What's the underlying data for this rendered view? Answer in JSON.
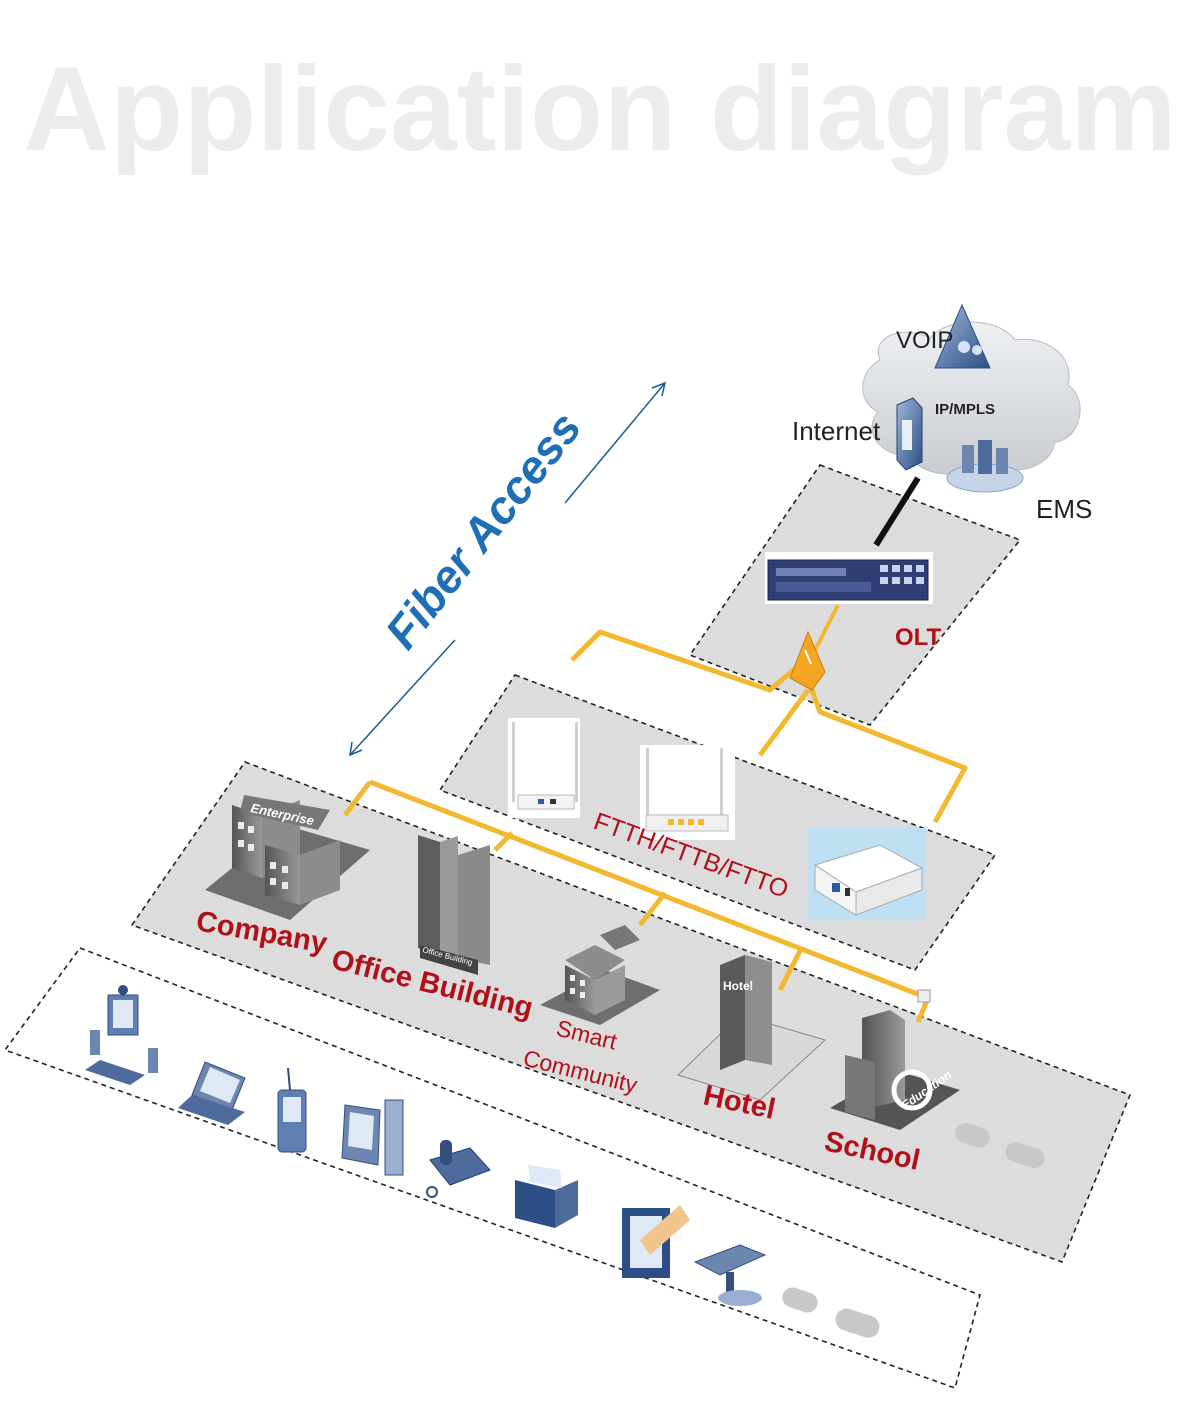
{
  "title_watermark": "Application diagram",
  "arrow_label": "Fiber Access",
  "network": {
    "voip": "VOIP",
    "core": "IP/MPLS",
    "internet": "Internet",
    "ems": "EMS",
    "olt": "OLT"
  },
  "onu_label": "FTTH/FTTB/FTTO",
  "buildings": {
    "enterprise_sign": "Enterprise",
    "office_sign": "Office Building",
    "hotel_sign": "Hotel",
    "education_sign": "Education"
  },
  "scenarios": {
    "company": "Company",
    "office": "Office Building",
    "smart_line1": "Smart",
    "smart_line2": "Community",
    "hotel": "Hotel",
    "school": "School"
  },
  "colors": {
    "fiber": "#f2b830",
    "label_red": "#b0101a",
    "arrow_blue": "#1e6fb5",
    "plane_gray": "#dcdcdc"
  },
  "terminal_icons": [
    "desktop-videophone-icon",
    "laptop-icon",
    "pda-icon",
    "pc-tower-icon",
    "ip-phone-icon",
    "printer-icon",
    "card-reader-icon",
    "camera-icon",
    "more-icon"
  ]
}
